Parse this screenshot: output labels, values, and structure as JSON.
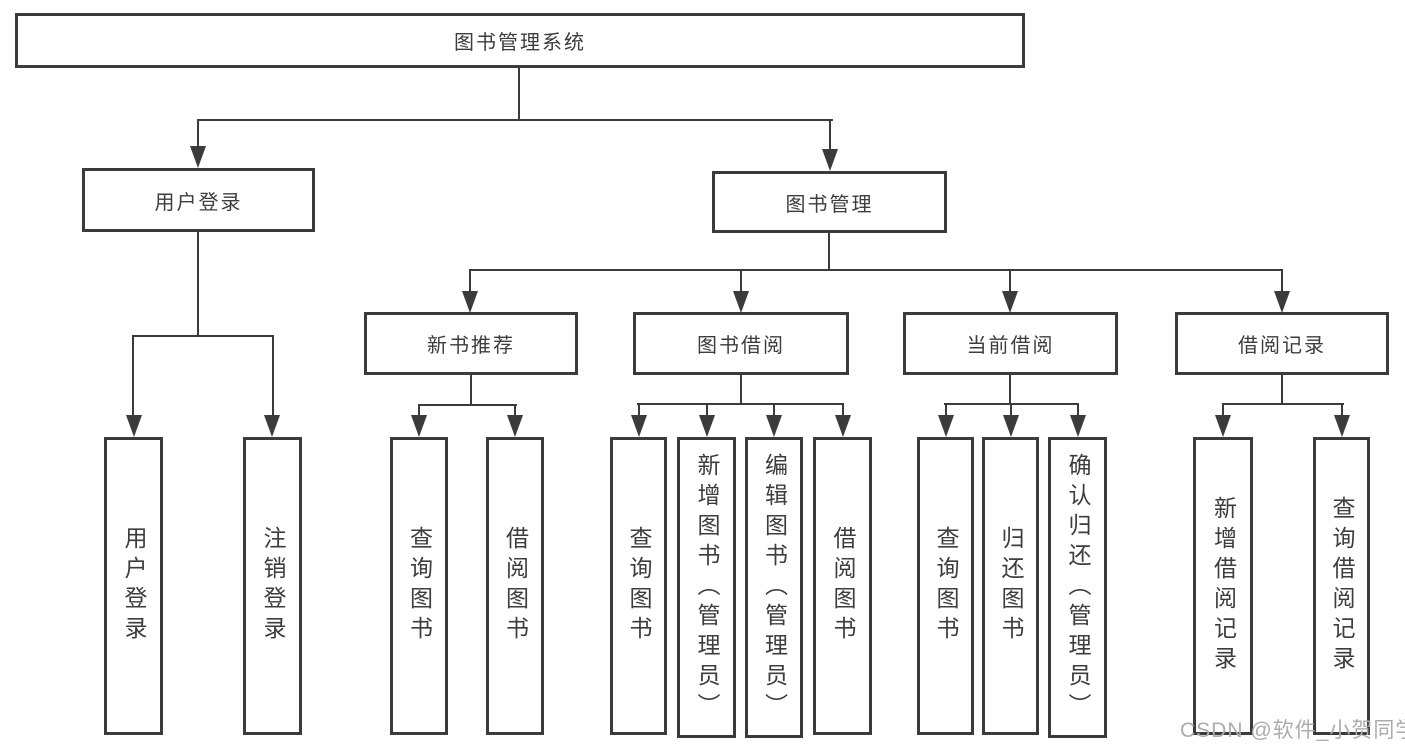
{
  "tree": {
    "label": "图书管理系统",
    "children": [
      {
        "label": "用户登录",
        "children": [
          {
            "label": "用户登录"
          },
          {
            "label": "注销登录"
          }
        ]
      },
      {
        "label": "图书管理",
        "children": [
          {
            "label": "新书推荐",
            "children": [
              {
                "label": "查询图书"
              },
              {
                "label": "借阅图书"
              }
            ]
          },
          {
            "label": "图书借阅",
            "children": [
              {
                "label": "查询图书"
              },
              {
                "label": "新增图书（管理员）"
              },
              {
                "label": "编辑图书（管理员）"
              },
              {
                "label": "借阅图书"
              }
            ]
          },
          {
            "label": "当前借阅",
            "children": [
              {
                "label": "查询图书"
              },
              {
                "label": "归还图书"
              },
              {
                "label": "确认归还（管理员）"
              }
            ]
          },
          {
            "label": "借阅记录",
            "children": [
              {
                "label": "新增借阅记录"
              },
              {
                "label": "查询借阅记录"
              }
            ]
          }
        ]
      }
    ]
  },
  "watermark": "CSDN @软件_小贺同学",
  "colors": {
    "line": "#3b3b3b",
    "text": "#3d3d3d",
    "watermark": "#acacae",
    "background": "#ffffff"
  }
}
